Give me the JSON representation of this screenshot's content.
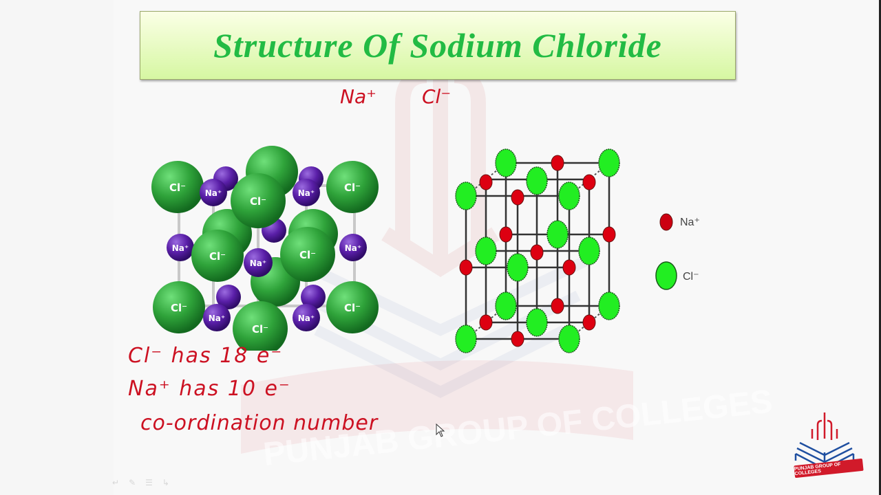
{
  "slide": {
    "title": "Structure Of Sodium Chloride",
    "annotations": {
      "ions_line": {
        "na": "Na⁺",
        "cl": "Cl⁻"
      },
      "notes": [
        "Cl⁻ has 18 e⁻",
        "Na⁺ has 10 e⁻",
        "co-ordination number"
      ]
    },
    "left_model": {
      "description": "3D ball model of NaCl lattice",
      "cl_label": "Cl⁻",
      "na_label": "Na⁺",
      "cl_color": "#2fa33a",
      "na_color": "#5a1fa8"
    },
    "right_model": {
      "description": "Cubic lattice diagram of NaCl",
      "cl_color": "#22ee22",
      "na_color": "#dd0011"
    },
    "legend": {
      "items": [
        {
          "label": "Na⁺",
          "color": "#cc0011",
          "size": "small"
        },
        {
          "label": "Cl⁻",
          "color": "#22ee22",
          "size": "large"
        }
      ]
    },
    "watermark": "PUNJAB GROUP OF COLLEGES",
    "logo": {
      "text": "PUNJAB GROUP OF COLLEGES"
    }
  },
  "toolbar": {
    "icons": [
      "back-arrow-icon",
      "pen-icon",
      "menu-icon",
      "forward-arrow-icon"
    ],
    "glyphs": [
      "↵",
      "✎",
      "☰",
      "↳"
    ]
  }
}
